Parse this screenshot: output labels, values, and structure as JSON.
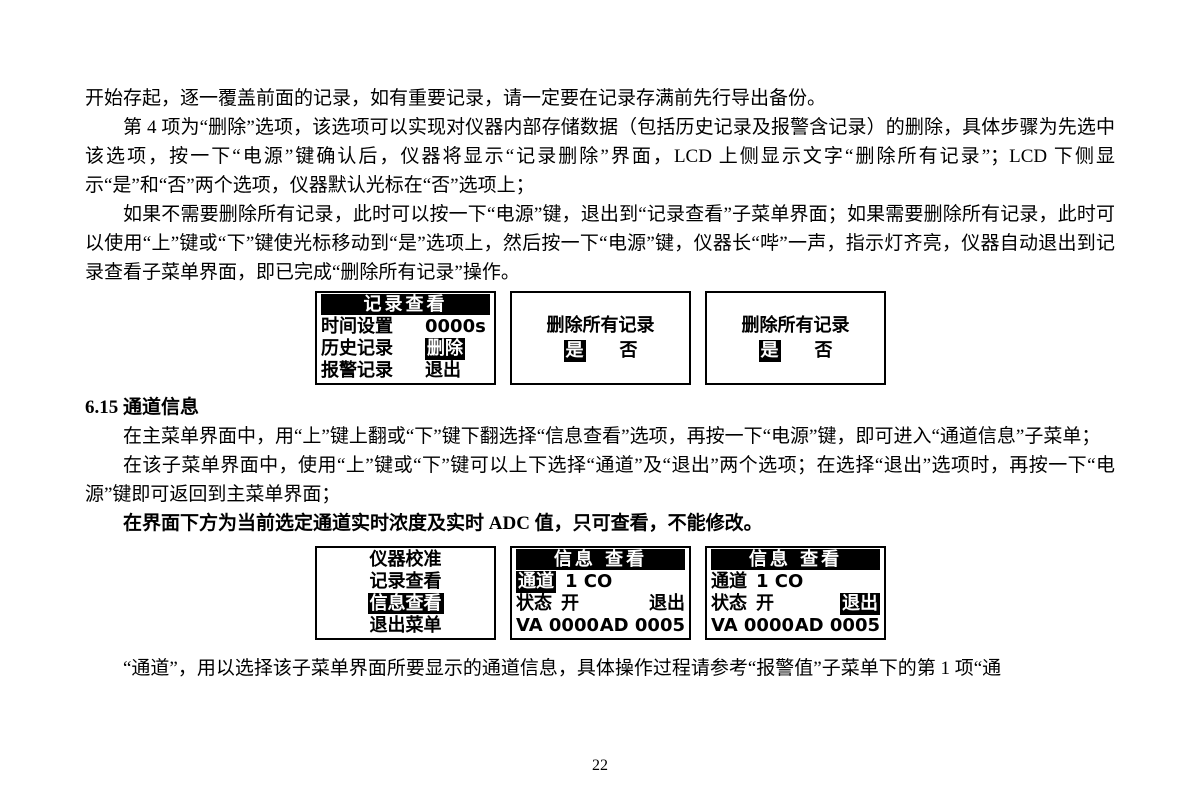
{
  "paragraphs": {
    "p1": "开始存起，逐一覆盖前面的记录，如有重要记录，请一定要在记录存满前先行导出备份。",
    "p2": "第 4 项为“删除”选项，该选项可以实现对仪器内部存储数据（包括历史记录及报警含记录）的删除，具体步骤为先选中该选项，按一下“电源”键确认后，仪器将显示“记录删除”界面，LCD 上侧显示文字“删除所有记录”；LCD 下侧显示“是”和“否”两个选项，仪器默认光标在“否”选项上；",
    "p3": "如果不需要删除所有记录，此时可以按一下“电源”键，退出到“记录查看”子菜单界面；如果需要删除所有记录，此时可以使用“上”键或“下”键使光标移动到“是”选项上，然后按一下“电源”键，仪器长“哔”一声，指示灯齐亮，仪器自动退出到记录查看子菜单界面，即已完成“删除所有记录”操作。",
    "p4": "在主菜单界面中，用“上”键上翻或“下”键下翻选择“信息查看”选项，再按一下“电源”键，即可进入“通道信息”子菜单；",
    "p5": "在该子菜单界面中，使用“上”键或“下”键可以上下选择“通道”及“退出”两个选项；在选择“退出”选项时，再按一下“电源”键即可返回到主菜单界面；",
    "p6": "在界面下方为当前选定通道实时浓度及实时 ADC 值，只可查看，不能修改。",
    "p7": "“通道”，用以选择该子菜单界面所要显示的通道信息，具体操作过程请参考“报警值”子菜单下的第 1 项“通"
  },
  "section_heading": "6.15 通道信息",
  "screens": {
    "record_view": {
      "title": "记录查看",
      "rows": [
        {
          "label": "时间设置",
          "value": "0000s"
        },
        {
          "label": "历史记录",
          "value": "删除"
        },
        {
          "label": "报警记录",
          "value": "退出"
        }
      ]
    },
    "delete_confirm": {
      "message": "删除所有记录",
      "yes": "是",
      "no": "否"
    },
    "main_menu": {
      "items": [
        "仪器校准",
        "记录查看",
        "信息查看",
        "退出菜单"
      ]
    },
    "info_view": {
      "title": "信息 查看",
      "channel_label": "通道",
      "channel_value": "1 CO",
      "status_label": "状态",
      "status_value": "开",
      "exit_label": "退出",
      "adc_left": "VA 0000",
      "adc_right": "AD 0005"
    }
  },
  "page_number": "22"
}
